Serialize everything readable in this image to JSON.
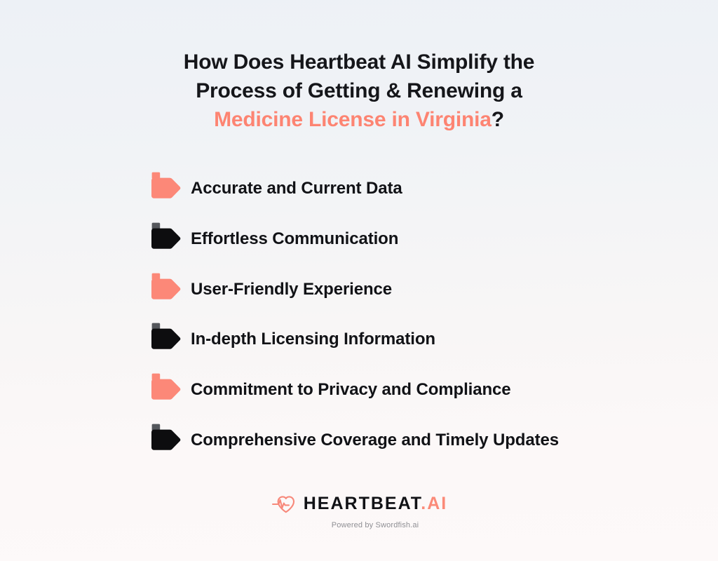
{
  "background": {
    "gradient_top": "#edf1f6",
    "gradient_bottom": "#fdf9f9"
  },
  "colors": {
    "accent_coral": "#fd8472",
    "marker_coral": "#fc8878",
    "marker_black": "#0d0d0f",
    "text_black": "#15161a",
    "tagline_gray": "#8f8f94"
  },
  "title": {
    "line1": "How Does Heartbeat AI Simplify the",
    "line2": "Process of Getting & Renewing a",
    "line3_accent": "Medicine License in Virginia",
    "line3_suffix": "?"
  },
  "features": [
    {
      "label": "Accurate and Current Data",
      "marker": "flag-icon",
      "marker_color": "coral"
    },
    {
      "label": "Effortless Communication",
      "marker": "flag-icon",
      "marker_color": "black"
    },
    {
      "label": "User-Friendly Experience",
      "marker": "flag-icon",
      "marker_color": "coral"
    },
    {
      "label": "In-depth Licensing Information",
      "marker": "flag-icon",
      "marker_color": "black"
    },
    {
      "label": "Commitment to Privacy and Compliance",
      "marker": "flag-icon",
      "marker_color": "coral"
    },
    {
      "label": "Comprehensive Coverage and Timely Updates",
      "marker": "flag-icon",
      "marker_color": "black"
    }
  ],
  "logo": {
    "icon": "heartbeat-pulse-icon",
    "wordmark_primary": "HEARTBEAT",
    "wordmark_accent": ".AI",
    "tagline": "Powered by Swordfish.ai"
  }
}
